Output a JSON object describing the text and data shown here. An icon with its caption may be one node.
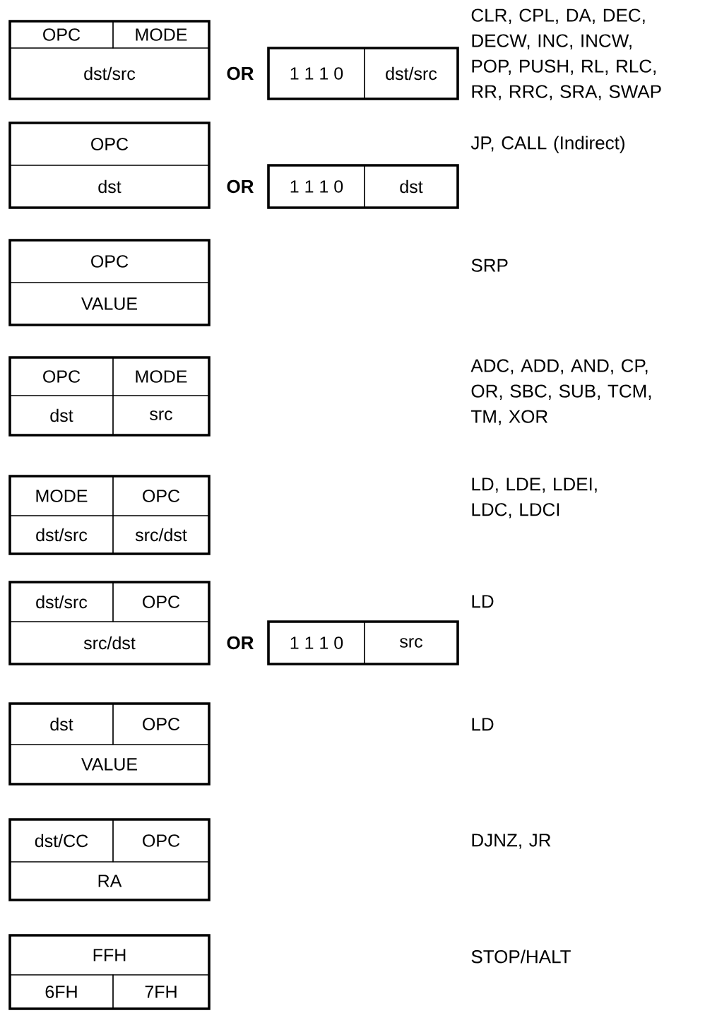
{
  "diagram": {
    "nodes": [
      {
        "text": [],
        "shape": "box"
      },
      {
        "text": [
          "OPC"
        ],
        "in": 0
      },
      {
        "text": [
          "MODE"
        ],
        "in": 0
      },
      {
        "text": [
          "dst/src"
        ],
        "in": 0
      },
      {
        "text": [],
        "shape": "box"
      },
      {
        "text": [
          "1 1 1 0"
        ],
        "in": 4
      },
      {
        "text": [
          "dst/src"
        ],
        "in": 4
      },
      {
        "text": [],
        "shape": "box"
      },
      {
        "text": [
          "OPC"
        ],
        "in": 7
      },
      {
        "text": [
          "dst"
        ],
        "in": 7
      },
      {
        "text": [],
        "shape": "box"
      },
      {
        "text": [
          "1 1 1 0"
        ],
        "in": 10
      },
      {
        "text": [
          "dst"
        ],
        "in": 10
      },
      {
        "text": [],
        "shape": "box"
      },
      {
        "text": [
          "OPC"
        ],
        "in": 13
      },
      {
        "text": [
          "VALUE"
        ],
        "in": 13
      },
      {
        "text": [],
        "shape": "box"
      },
      {
        "text": [
          "OPC"
        ],
        "in": 16
      },
      {
        "text": [
          "MODE"
        ],
        "in": 16
      },
      {
        "text": [
          "dst"
        ],
        "in": 16
      },
      {
        "text": [
          "src"
        ],
        "in": 16
      },
      {
        "text": [],
        "shape": "box"
      },
      {
        "text": [
          "MODE"
        ],
        "in": 21
      },
      {
        "text": [
          "OPC"
        ],
        "in": 21
      },
      {
        "text": [
          "dst/src"
        ],
        "in": 21
      },
      {
        "text": [
          "src/dst"
        ],
        "in": 21
      },
      {
        "text": [],
        "shape": "box"
      },
      {
        "text": [
          "dst/src"
        ],
        "in": 26
      },
      {
        "text": [
          "OPC"
        ],
        "in": 26
      },
      {
        "text": [
          "src/dst"
        ],
        "in": 26
      },
      {
        "text": [],
        "shape": "box"
      },
      {
        "text": [
          "1 1 1 0"
        ],
        "in": 30
      },
      {
        "text": [
          "src"
        ],
        "in": 30
      },
      {
        "text": [],
        "shape": "box"
      },
      {
        "text": [
          "dst"
        ],
        "in": 33
      },
      {
        "text": [
          "OPC"
        ],
        "in": 33
      },
      {
        "text": [
          "VALUE"
        ],
        "in": 33
      },
      {
        "text": [],
        "shape": "box"
      },
      {
        "text": [
          "dst/CC"
        ],
        "in": 37
      },
      {
        "text": [
          "OPC"
        ],
        "in": 37
      },
      {
        "text": [
          "RA"
        ],
        "in": 37
      },
      {
        "text": [],
        "shape": "box"
      },
      {
        "text": [
          "FFH"
        ],
        "in": 41
      },
      {
        "text": [
          "6FH"
        ],
        "in": 41
      },
      {
        "text": [
          "7FH"
        ],
        "in": 41
      }
    ],
    "labels": [
      "OR",
      "CLR, CPL, DA, DEC, DECW, INC, INCW, POP, PUSH, RL, RLC, RR, RRC, SRA, SWAP",
      "JP, CALL (Indirect)",
      "OR",
      "SRP",
      "ADC, ADD, AND, CP, OR, SBC, SUB, TCM, TM, XOR",
      "LD, LDE, LDEI, LDC, LDCI",
      "LD",
      "OR",
      "LD",
      "DJNZ, JR",
      "STOP/HALT"
    ]
  }
}
